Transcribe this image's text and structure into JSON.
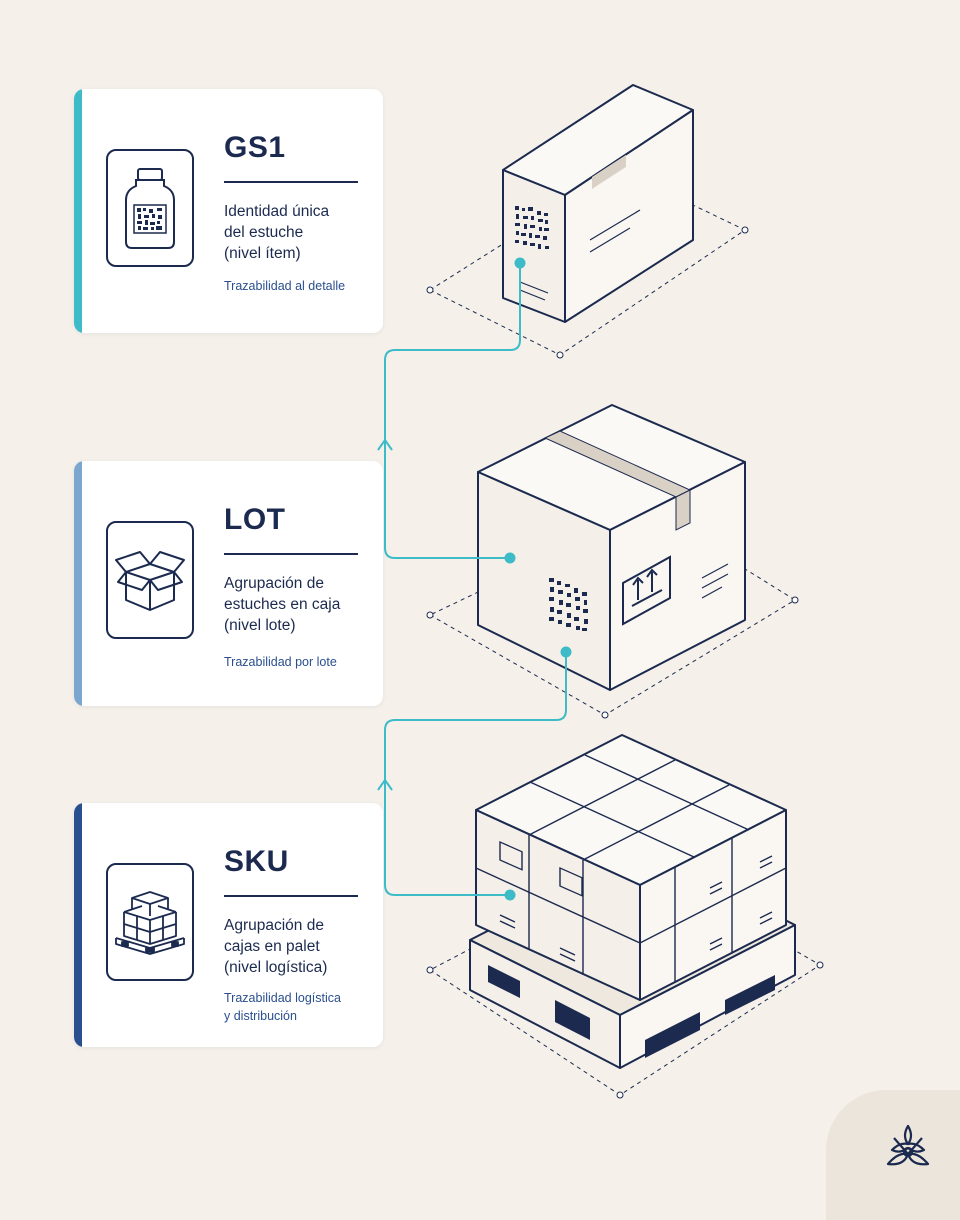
{
  "levels": [
    {
      "id": "gs1",
      "title": "GS1",
      "description": "Identidad única\ndel estuche\n(nivel ítem)",
      "note": "Trazabilidad al detalle",
      "icon": "vial-icon",
      "accent": "#3dbcc8"
    },
    {
      "id": "lot",
      "title": "LOT",
      "description": "Agrupación de\nestuches en caja\n(nivel lote)",
      "note": "Trazabilidad por lote",
      "icon": "open-box-icon",
      "accent": "#7da6ce"
    },
    {
      "id": "sku",
      "title": "SKU",
      "description": "Agrupación de\ncajas en palet\n(nivel logística)",
      "note": "Trazabilidad logística\ny distribución",
      "icon": "pallet-boxes-icon",
      "accent": "#2a4f8f"
    }
  ],
  "colors": {
    "background": "#f5f0ea",
    "ink": "#1b2a4e",
    "connector": "#3dbcc8"
  },
  "brand_icon": "flower-logo-icon"
}
